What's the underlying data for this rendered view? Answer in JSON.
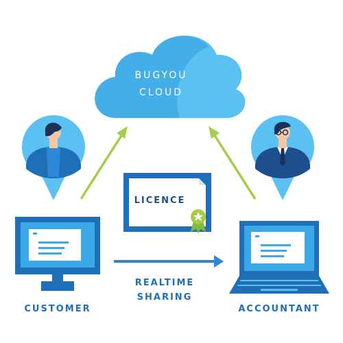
{
  "cloud": {
    "line1": "BUGYOU",
    "line2": "CLOUD"
  },
  "certificate": {
    "label": "LICENCE"
  },
  "customer": {
    "label": "CUSTOMER"
  },
  "accountant": {
    "label": "ACCOUNTANT"
  },
  "sharing": {
    "line1": "REALTIME",
    "line2": "SHARING"
  },
  "colors": {
    "cloud_light": "#5bc1f2",
    "cloud_dark": "#43aee8",
    "blue_dark": "#1f6fb8",
    "blue_mid": "#2e88d8",
    "arrow_green": "#a5cd4a",
    "label_blue": "#1f6fb8"
  }
}
